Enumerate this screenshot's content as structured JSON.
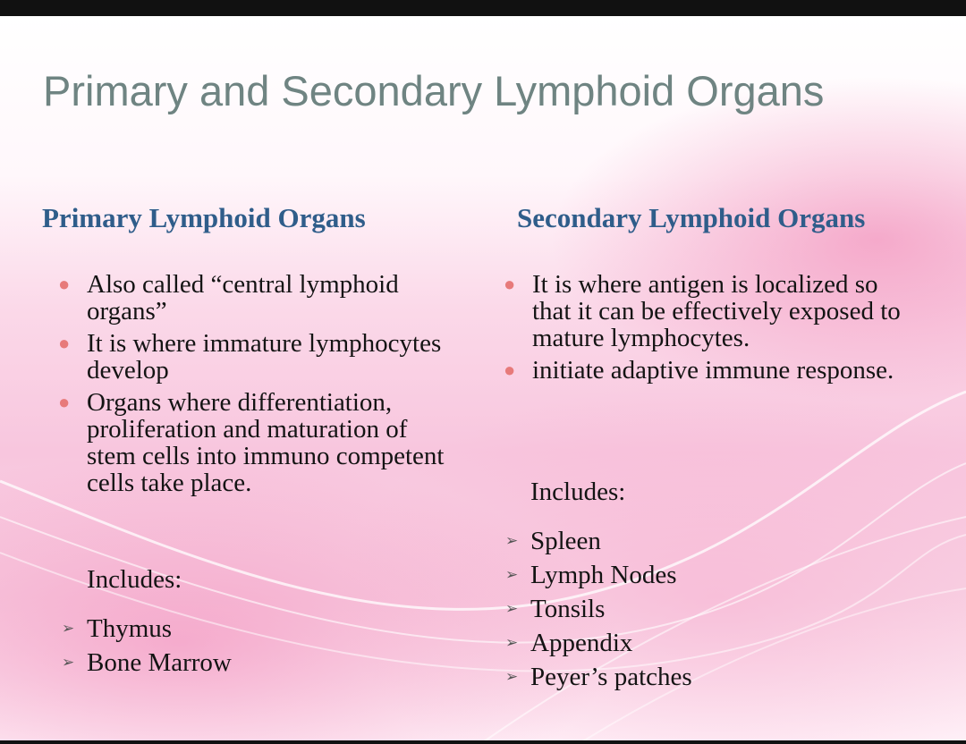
{
  "title": "Primary and Secondary Lymphoid Organs",
  "primary": {
    "heading": "Primary Lymphoid Organs",
    "bullets": [
      "Also called “central lymphoid organs”",
      "It is where immature lymphocytes develop",
      "Organs where differentiation, proliferation and maturation of stem cells into immuno competent cells take place."
    ],
    "includes_label": "Includes:",
    "includes": [
      "Thymus",
      "Bone Marrow"
    ]
  },
  "secondary": {
    "heading": "Secondary Lymphoid Organs",
    "bullets": [
      "It is where antigen is localized so that it can be effectively exposed to mature lymphocytes.",
      "initiate adaptive immune response."
    ],
    "includes_label": "Includes:",
    "includes": [
      "Spleen",
      "Lymph Nodes",
      "Tonsils",
      "Appendix",
      "Peyer’s patches"
    ]
  },
  "colors": {
    "title": "#6f8482",
    "heading": "#2f5d8a",
    "bullet_dot": "#e77a7a",
    "background_pink": "#f8c6de"
  },
  "icons": {
    "bullet": "round-bullet-icon",
    "sub_bullet": "arrowhead-bullet-icon"
  }
}
